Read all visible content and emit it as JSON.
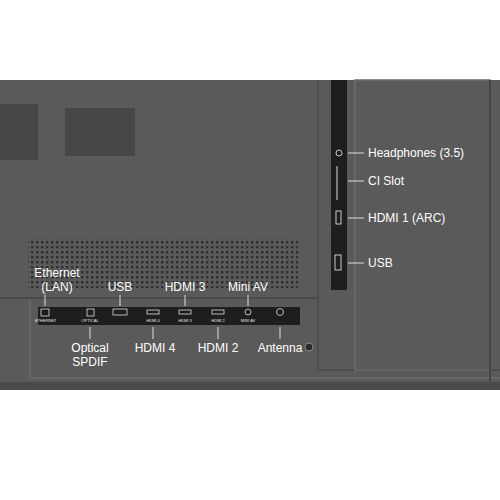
{
  "diagram": {
    "labels": [
      "Ethernet (LAN)",
      "USB",
      "HDMI 3",
      "Mini AV",
      "Optical SPDIF",
      "HDMI 4",
      "HDMI 2",
      "Antenna",
      "Headphones (3.5)",
      "CI Slot",
      "HDMI 1 (ARC)",
      "USB",
      "ETHERNET",
      "OPTICAL",
      "HDMI 4",
      "HDMI 3",
      "HDMI 2",
      "MINI AV"
    ]
  }
}
